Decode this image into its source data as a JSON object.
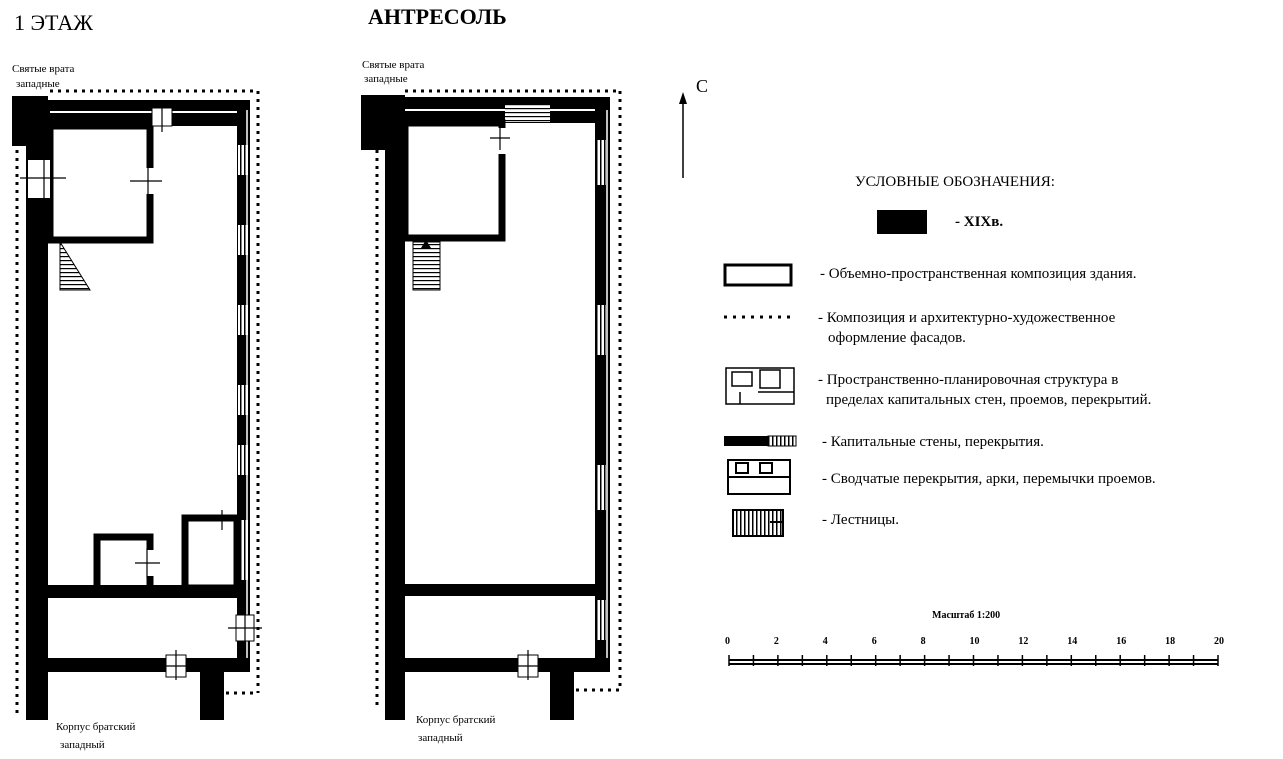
{
  "plans": [
    {
      "title": "1 ЭТАЖ",
      "top_label": [
        "Святые врата",
        "западные"
      ],
      "bottom_label": [
        "Корпус братский",
        "западный"
      ]
    },
    {
      "title": "АНТРЕСОЛЬ",
      "top_label": [
        "Святые врата",
        "западные"
      ],
      "bottom_label": [
        "Корпус братский",
        "западный"
      ]
    }
  ],
  "compass": {
    "label": "С"
  },
  "legend": {
    "title": "УСЛОВНЫЕ ОБОЗНАЧЕНИЯ:",
    "items": [
      {
        "text": "- XIXв.",
        "symbol": "black-block"
      },
      {
        "text": "- Объемно-пространственная композиция здания.",
        "symbol": "outline-rect"
      },
      {
        "text": "- Композиция и архитектурно-художественное",
        "text2": "оформление фасадов.",
        "symbol": "dotted-line"
      },
      {
        "text": "- Пространственно-планировочная структура  в",
        "text2": "пределах капитальных стен,  проемов,  перекрытий.",
        "symbol": "plan-fragment"
      },
      {
        "text": "- Капитальные стены, перекрытия.",
        "symbol": "wall-bar"
      },
      {
        "text": "- Сводчатые перекрытия, арки, перемычки проемов.",
        "symbol": "vault"
      },
      {
        "text": "- Лестницы.",
        "symbol": "stairs"
      }
    ]
  },
  "scale": {
    "title": "Масштаб 1:200",
    "ticks": [
      "0",
      "2",
      "4",
      "6",
      "8",
      "10",
      "12",
      "14",
      "16",
      "18",
      "20"
    ]
  }
}
